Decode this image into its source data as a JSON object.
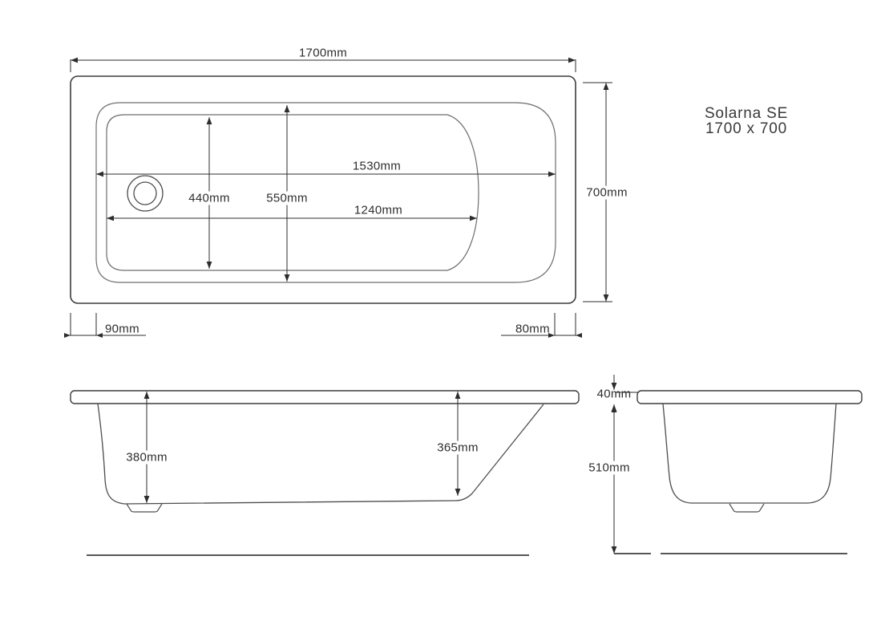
{
  "product": {
    "name": "Solarna SE",
    "size": "1700 x 700"
  },
  "top_view": {
    "overall_length": "1700mm",
    "overall_width": "700mm",
    "inner_rim_length": "1530mm",
    "base_length": "1240mm",
    "base_width": "440mm",
    "inner_rim_width": "550mm",
    "left_end_offset": "90mm",
    "right_end_offset": "80mm"
  },
  "side_view": {
    "depth_at_foot_end": "380mm",
    "depth_at_slope_end": "365mm"
  },
  "end_view": {
    "rim_thickness": "40mm",
    "overall_height": "510mm"
  }
}
